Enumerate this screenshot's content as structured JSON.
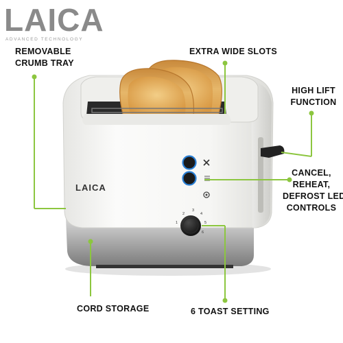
{
  "brand": {
    "logo_text": "LAICA",
    "tagline": "ADVANCED TECHNOLOGY"
  },
  "product": {
    "body_logo": "LAICA",
    "dial_numbers": [
      "1",
      "2",
      "3",
      "4",
      "5",
      "6"
    ]
  },
  "callouts": {
    "removable_crumb_tray": [
      "REMOVABLE",
      "CRUMB TRAY"
    ],
    "extra_wide_slots": "EXTRA WIDE SLOTS",
    "high_lift_function": [
      "HIGH LIFT",
      "FUNCTION"
    ],
    "controls": [
      "CANCEL,",
      "REHEAT,",
      "DEFROST LED",
      "CONTROLS"
    ],
    "cord_storage": "CORD STORAGE",
    "toast_setting": "6 TOAST SETTING"
  },
  "colors": {
    "callout_line": "#8cc63f",
    "led_ring": "#2a7fd4",
    "body": "#f4f4f2",
    "logo_grey": "#8a8a8a"
  }
}
